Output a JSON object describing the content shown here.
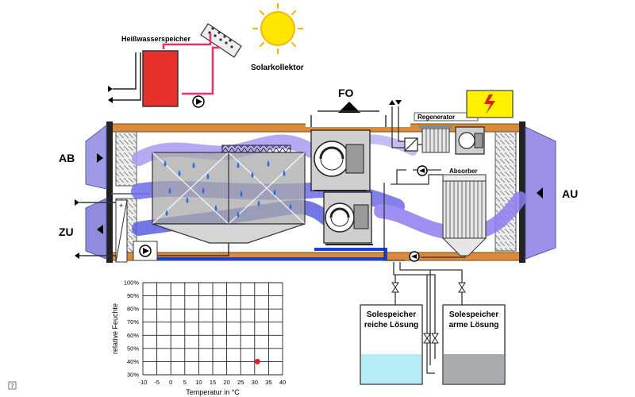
{
  "labels": {
    "hot_water_tank": "Heißwasserspeicher",
    "solar_collector": "Solarkollektor",
    "fo": "FO",
    "regenerator": "Regenerator",
    "absorber": "Absorber",
    "ab": "AB",
    "zu": "ZU",
    "au": "AU",
    "tank_rich_line1": "Solespeicher",
    "tank_rich_line2": "reiche Lösung",
    "tank_poor_line1": "Solespeicher",
    "tank_poor_line2": "arme Lösung",
    "page_number": "7"
  },
  "colors": {
    "air_flow": "#8f7cf0",
    "air_flow_dark": "#5a60e0",
    "casing_orange": "#d98a3a",
    "hot_tank": "#e8302a",
    "solution_rich": "#b6ecf4",
    "solution_poor": "#a9adb0",
    "sun": "#ffe600",
    "heater": "#fff200",
    "marker": "#e51b1b"
  },
  "icons": {
    "sun": "sun-icon",
    "heater": "lightning-icon",
    "pump": "pump-icon",
    "fan": "fan-icon",
    "valve": "valve-icon",
    "heat_exchanger": "heat-exchanger-icon"
  },
  "chart_data": {
    "type": "scatter",
    "title": "",
    "xlabel": "Temperatur in °C",
    "ylabel": "relative Feuchte",
    "x_ticks": [
      "-10",
      "-5",
      "0",
      "5",
      "10",
      "15",
      "20",
      "25",
      "30",
      "35",
      "40"
    ],
    "y_ticks": [
      "30%",
      "40%",
      "50%",
      "60%",
      "70%",
      "80%",
      "90%",
      "100%"
    ],
    "xlim": [
      -10,
      40
    ],
    "ylim": [
      30,
      100
    ],
    "grid": true,
    "points": [
      {
        "x": 31,
        "y": 40
      }
    ]
  }
}
